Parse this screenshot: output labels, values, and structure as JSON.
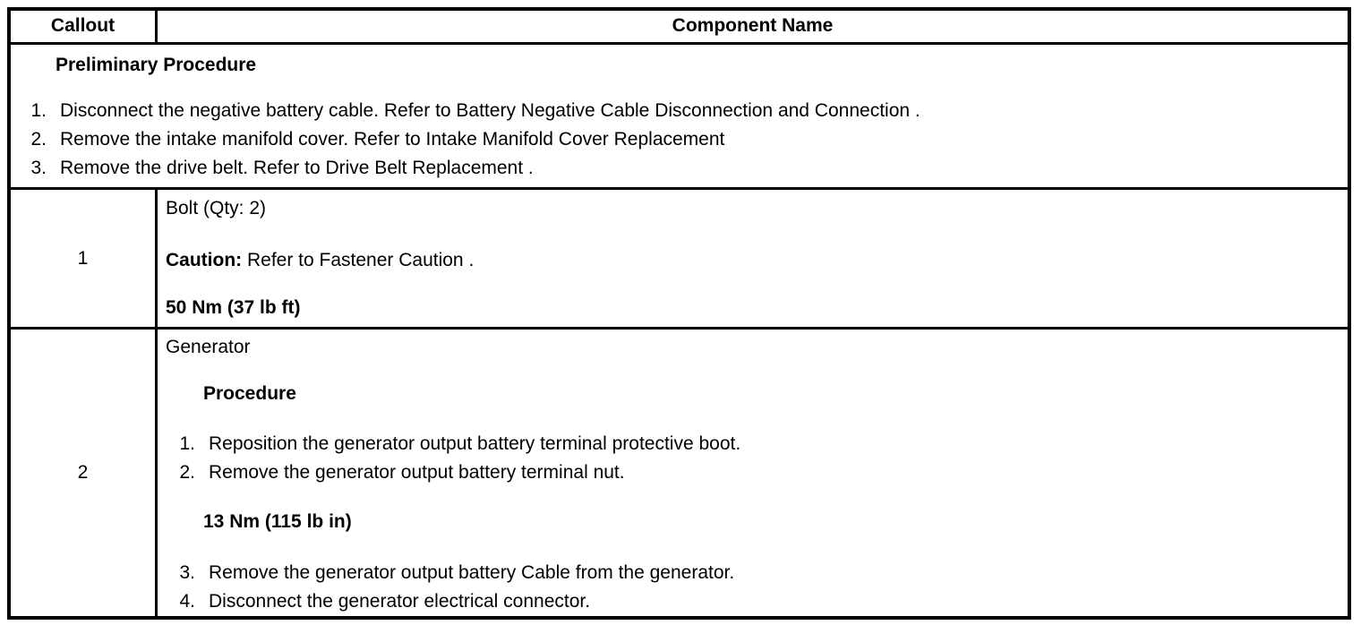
{
  "header": {
    "callout_label": "Callout",
    "component_label": "Component Name"
  },
  "preliminary": {
    "title": "Preliminary Procedure",
    "steps": [
      {
        "num": "1.",
        "text": "Disconnect the negative battery cable. Refer to Battery Negative Cable Disconnection and Connection ."
      },
      {
        "num": "2.",
        "text": "Remove the intake manifold cover. Refer to Intake Manifold Cover Replacement"
      },
      {
        "num": "3.",
        "text": "Remove the drive belt. Refer to Drive Belt Replacement ."
      }
    ]
  },
  "rows": [
    {
      "callout": "1",
      "component": "Bolt (Qty: 2)",
      "caution_label": "Caution:",
      "caution_text": " Refer to Fastener Caution .",
      "torque": "50 Nm (37 lb ft)"
    },
    {
      "callout": "2",
      "component": "Generator",
      "procedure_title": "Procedure",
      "steps_before": [
        {
          "num": "1.",
          "text": "Reposition the generator output battery terminal protective boot."
        },
        {
          "num": "2.",
          "text": "Remove the generator output battery terminal nut."
        }
      ],
      "torque": "13 Nm (115 lb in)",
      "steps_after": [
        {
          "num": "3.",
          "text": "Remove the generator output battery Cable from the generator."
        },
        {
          "num": "4.",
          "text": "Disconnect the generator electrical connector."
        }
      ]
    }
  ]
}
